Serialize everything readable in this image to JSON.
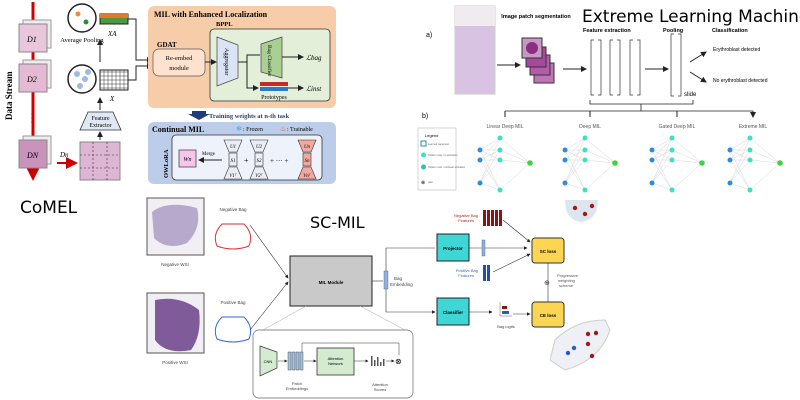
{
  "comel": {
    "label": "CoMEL",
    "data_stream": "Data Stream",
    "slides": [
      "D1",
      "D2",
      "DN"
    ],
    "dn_label": "Dn",
    "dots": "⋮",
    "average_pooling": "Average Pooling",
    "xa_label": "XA",
    "x_label": "X",
    "feature_extractor": [
      "Feature",
      "Extractor"
    ],
    "mil_box": {
      "title": "MIL with Enhanced Localization",
      "gdat": "GDAT",
      "reembed": [
        "Re-embed",
        "module"
      ],
      "bppl": "BPPL",
      "aggregator": "Aggregator",
      "bag_classifier": "Bag Classifier",
      "l_bag": "ℒbag",
      "l_inst": "ℒinst",
      "prototypes": "Prototypes",
      "color": "#f7cda9"
    },
    "training_note": "Training weights at n-th task",
    "continual": {
      "title": "Continual MIL",
      "frozen": ": Frozen",
      "trainable": ": Trainable",
      "owlora": "OWLoRA",
      "wn": "Wn",
      "merge": "Merge",
      "blocks": [
        {
          "u": "U1",
          "s": "S1",
          "v": "V1ᵀ",
          "state": "frozen"
        },
        {
          "u": "U2",
          "s": "S2",
          "v": "V2ᵀ",
          "state": "frozen"
        },
        {
          "u": "Un",
          "s": "Sn",
          "v": "Vnᵀ",
          "state": "trainable"
        }
      ],
      "plus": "+",
      "ellipsis": "+ ··· +",
      "color": "#bccdea"
    }
  },
  "elm": {
    "title": "Extreme Learning Machines",
    "panel_a": "a)",
    "panel_b": "b)",
    "steps": [
      "Image patch segmentation",
      "Feature extraction",
      "Pooling",
      "Classification"
    ],
    "outcomes": [
      "Erythroblast detected",
      "No erythroblast detected"
    ],
    "slide_label": "slide",
    "networks": [
      "Linear Deep MIL",
      "Deep MIL",
      "Gated Deep MIL",
      "Extreme MIL"
    ],
    "legend": {
      "title": "Legend",
      "items": [
        "Learned parameter",
        "Hidden node, no activation",
        "Hidden node, nonlinear activation",
        "gate"
      ]
    }
  },
  "scmil": {
    "title": "SC-MIL",
    "negative_wsi": "Negative WSI",
    "positive_wsi": "Positive WSI",
    "negative_bag": "Negative Bag",
    "positive_bag": "Positive Bag",
    "mil_module": "MIL Module",
    "bag_embedding": [
      "Bag",
      "Embedding"
    ],
    "projector": "Projector",
    "classifier": "Classifier",
    "negative_features": [
      "Negative Bag",
      "Features"
    ],
    "positive_features": [
      "Positive Bag",
      "Features"
    ],
    "sc_loss": "SC loss",
    "ce_loss": "CE loss",
    "progressive": [
      "Progressive",
      "weighting",
      "scheme"
    ],
    "bag_logits": "Bag logits",
    "inset": {
      "cnn": "CNN",
      "patch_embeddings": [
        "Patch",
        "Embeddings"
      ],
      "attention_network": [
        "Attention",
        "Network"
      ],
      "attention_scores": [
        "Attention",
        "Scores"
      ]
    }
  }
}
